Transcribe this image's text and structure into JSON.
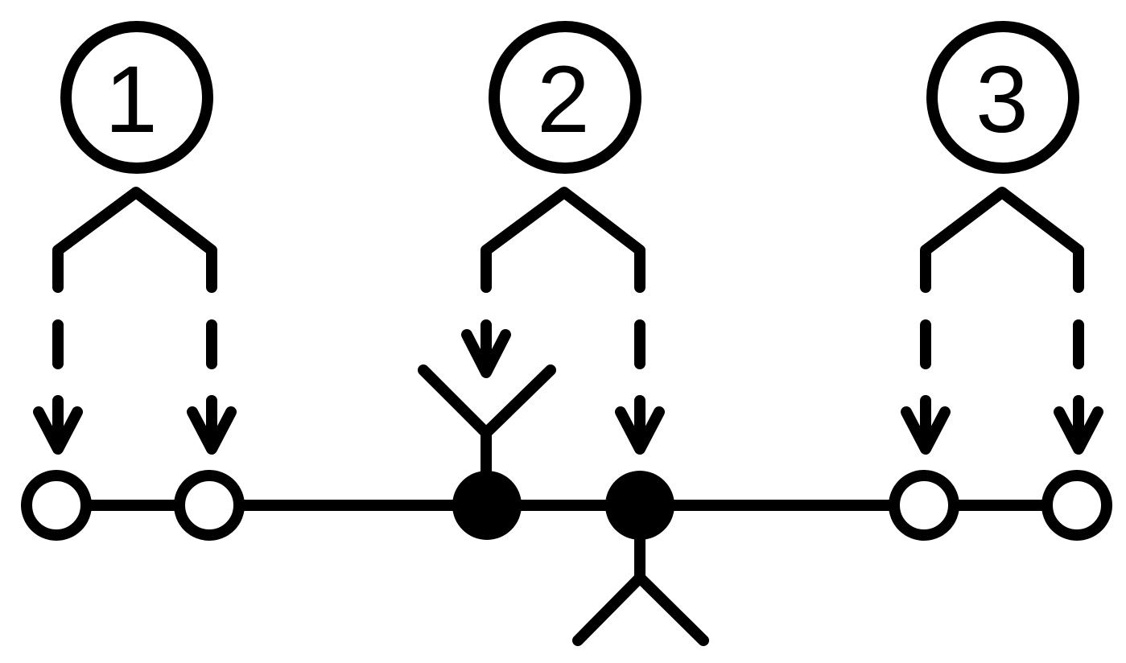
{
  "diagram": {
    "groups": [
      {
        "label": "1"
      },
      {
        "label": "2"
      },
      {
        "label": "3"
      }
    ],
    "colors": {
      "stroke": "#000000",
      "background": "#ffffff",
      "filled_node": "#000000",
      "open_node_fill": "#ffffff"
    }
  }
}
